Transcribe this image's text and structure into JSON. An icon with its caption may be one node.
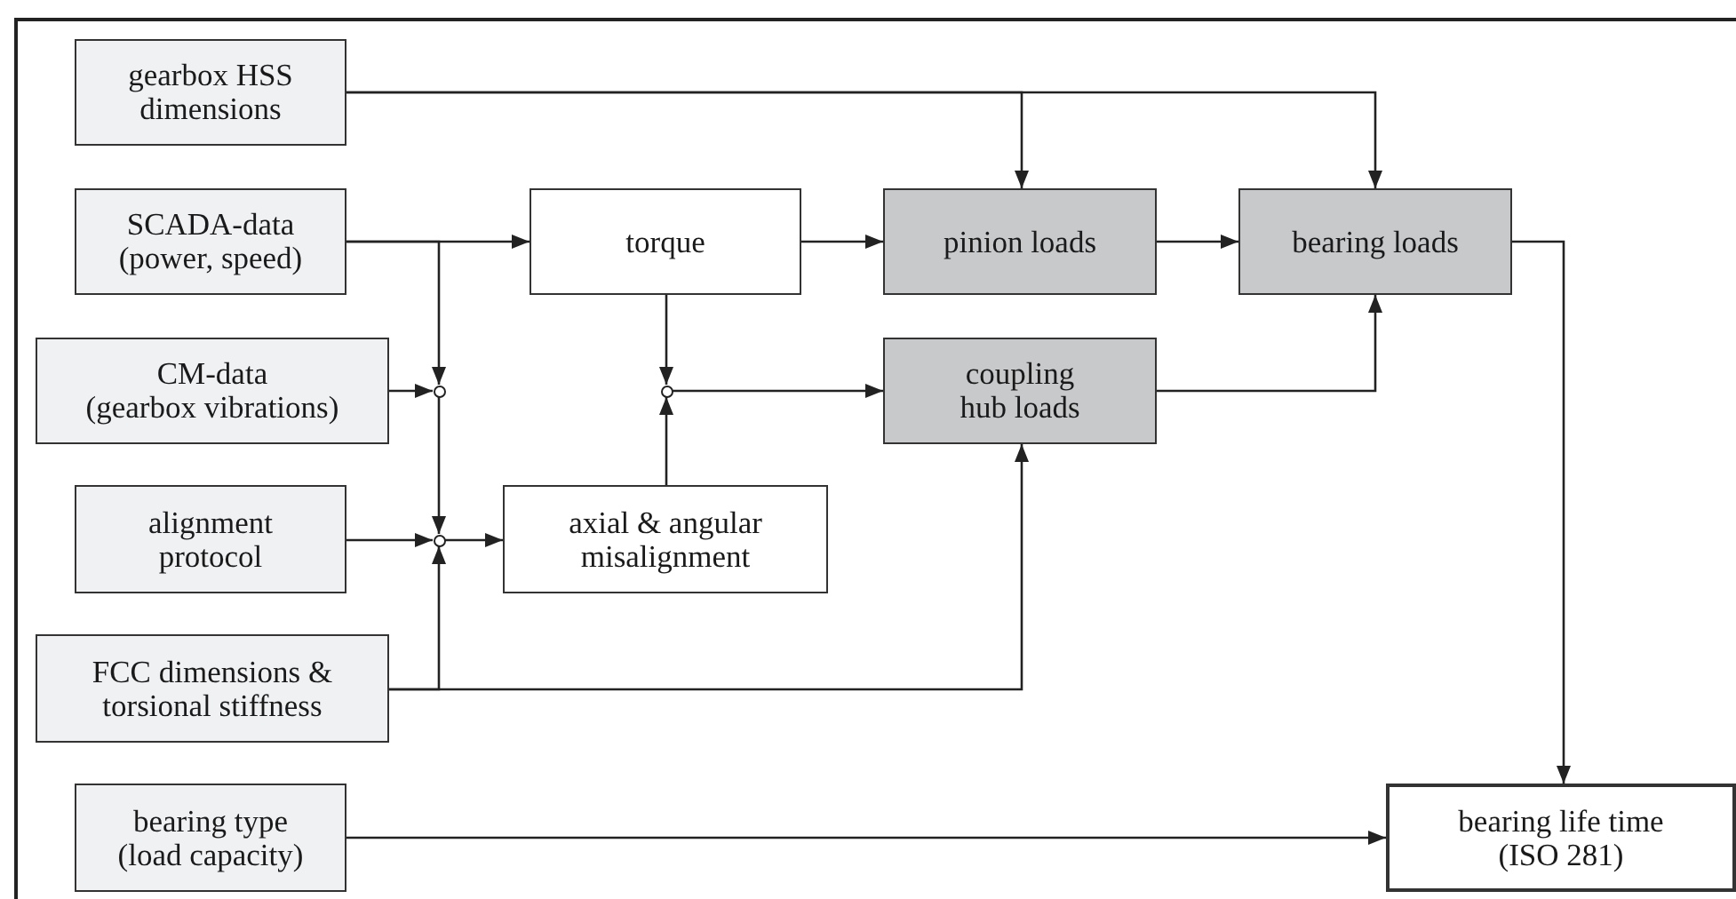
{
  "diagram": {
    "nodes": [
      {
        "text": [
          "gearbox HSS dimensions"
        ]
      },
      {
        "text": [
          "SCADA-data (power, speed)"
        ]
      },
      {
        "text": [
          "CM-data (gearbox vibrations)"
        ]
      },
      {
        "text": [
          "alignment protocol"
        ]
      },
      {
        "text": [
          "FCC dimensions & torsional stiffness"
        ]
      },
      {
        "text": [
          "bearing type (load capacity)"
        ]
      },
      {
        "text": [
          "torque"
        ]
      },
      {
        "text": [
          "axial & angular misalignment"
        ]
      },
      {
        "text": [
          "pinion loads"
        ]
      },
      {
        "text": [
          "coupling hub loads"
        ]
      },
      {
        "text": [
          "bearing loads"
        ]
      },
      {
        "text": [
          "bearing life time (ISO 281)"
        ]
      },
      {
        "text": [],
        "shape": "circle"
      },
      {
        "text": [],
        "shape": "circle"
      },
      {
        "text": [],
        "shape": "circle"
      }
    ],
    "edges": [
      {
        "from": 0,
        "to": 8,
        "arrow": "to"
      },
      {
        "from": 0,
        "to": 10,
        "arrow": "to"
      },
      {
        "from": 1,
        "to": 6,
        "arrow": "to"
      },
      {
        "from": 1,
        "to": 12,
        "arrow": "to"
      },
      {
        "from": 2,
        "to": 12,
        "arrow": "to"
      },
      {
        "from": 12,
        "to": 13,
        "arrow": "to"
      },
      {
        "from": 3,
        "to": 13,
        "arrow": "to"
      },
      {
        "from": 4,
        "to": 13,
        "arrow": "to"
      },
      {
        "from": 13,
        "to": 7,
        "arrow": "to"
      },
      {
        "from": 6,
        "to": 14,
        "arrow": "to"
      },
      {
        "from": 7,
        "to": 14,
        "arrow": "to"
      },
      {
        "from": 14,
        "to": 9,
        "arrow": "to"
      },
      {
        "from": 4,
        "to": 9,
        "arrow": "to"
      },
      {
        "from": 6,
        "to": 8,
        "arrow": "to"
      },
      {
        "from": 8,
        "to": 10,
        "arrow": "to"
      },
      {
        "from": 9,
        "to": 10,
        "arrow": "to"
      },
      {
        "from": 10,
        "to": 11,
        "arrow": "to"
      },
      {
        "from": 5,
        "to": 11,
        "arrow": "to"
      }
    ]
  }
}
